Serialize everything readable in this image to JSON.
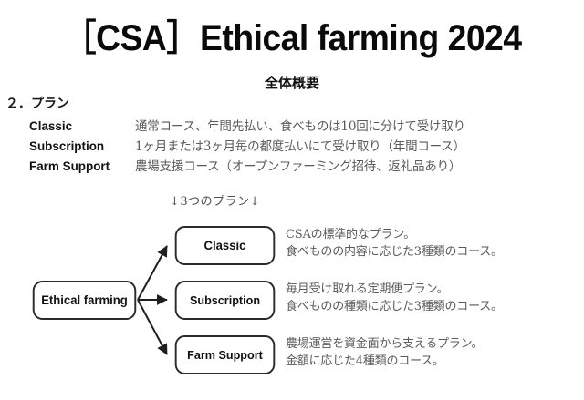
{
  "slide": {
    "title": "［CSA］Ethical farming 2024",
    "subtitle": "全体概要",
    "section_heading": "２．プラン",
    "arrow_caption": "↓3つのプラン↓",
    "background_color": "#ffffff",
    "text_color": "#111111",
    "muted_text_color": "#5a5a5a",
    "box_border_color": "#2b2b2b"
  },
  "plan_list": [
    {
      "term": "Classic",
      "description": "通常コース、年間先払い、食べものは10回に分けて受け取り"
    },
    {
      "term": "Subscription",
      "description": "1ヶ月または3ヶ月毎の都度払いにて受け取り（年間コース）"
    },
    {
      "term": "Farm Support",
      "description": "農場支援コース（オープンファーミング招待、返礼品あり）"
    }
  ],
  "diagram": {
    "root": {
      "label": "Ethical farming"
    },
    "nodes": [
      {
        "label": "Classic",
        "desc_line1": "CSAの標準的なプラン。",
        "desc_line2": "食べものの内容に応じた3種類のコース。"
      },
      {
        "label": "Subscription",
        "desc_line1": "毎月受け取れる定期便プラン。",
        "desc_line2": "食べものの種類に応じた3種類のコース。"
      },
      {
        "label": "Farm Support",
        "desc_line1": "農場運営を資金面から支えるプラン。",
        "desc_line2": "金額に応じた4種類のコース。"
      }
    ]
  }
}
